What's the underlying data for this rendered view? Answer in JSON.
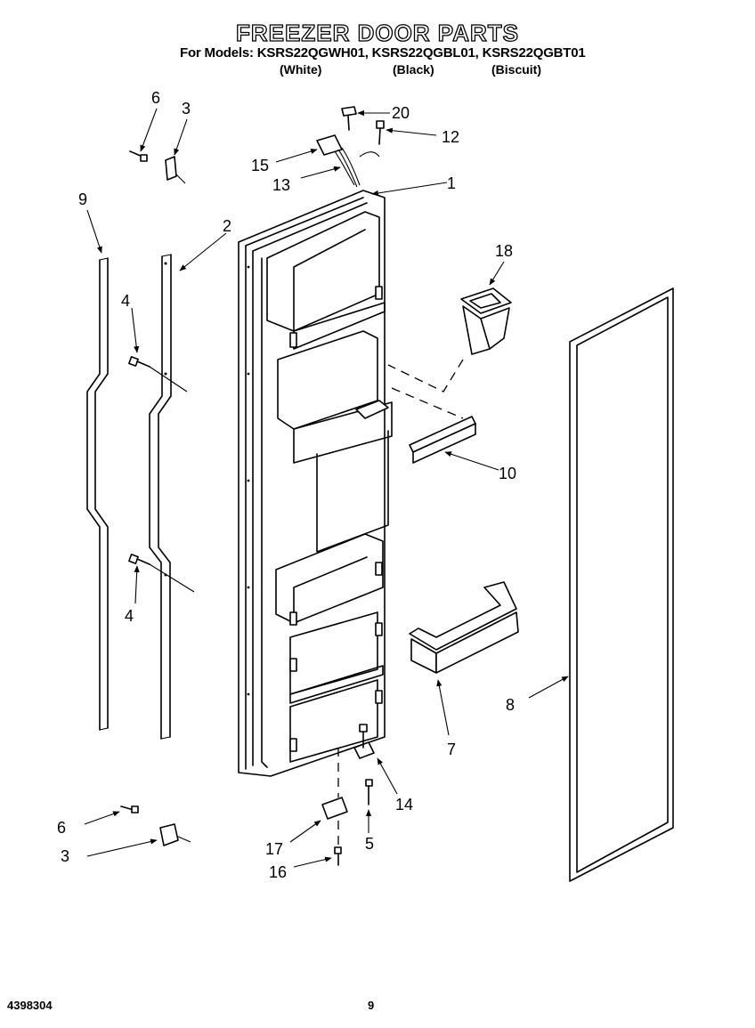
{
  "title": "FREEZER DOOR PARTS",
  "models_line": "For Models: KSRS22QGWH01, KSRS22QGBL01, KSRS22QGBT01",
  "variants": [
    "(White)",
    "(Black)",
    "(Biscuit)"
  ],
  "footer": {
    "part_number": "4398304",
    "page": "9"
  },
  "callouts": {
    "c1": "1",
    "c2": "2",
    "c3a": "3",
    "c3b": "3",
    "c4a": "4",
    "c4b": "4",
    "c5": "5",
    "c6a": "6",
    "c6b": "6",
    "c7": "7",
    "c8": "8",
    "c9": "9",
    "c10": "10",
    "c12": "12",
    "c13": "13",
    "c14": "14",
    "c15": "15",
    "c16": "16",
    "c17": "17",
    "c18": "18",
    "c20": "20"
  }
}
